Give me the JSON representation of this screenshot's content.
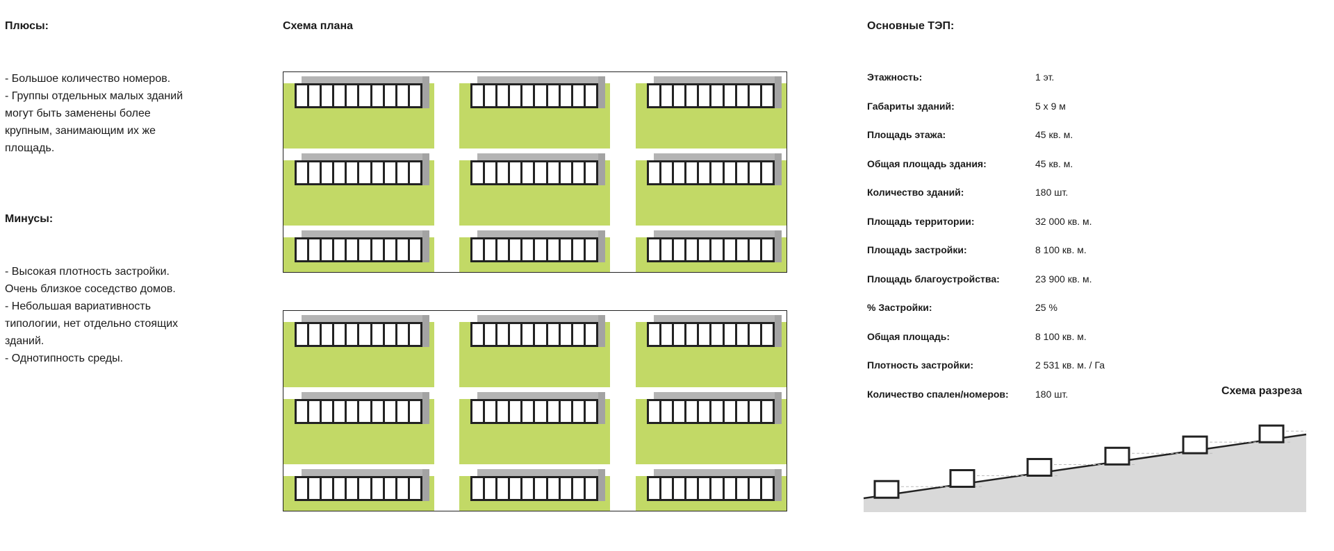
{
  "pros": {
    "title": "Плюсы:",
    "items": [
      "- Большое количество номеров.",
      "- Группы отдельных малых зданий\nмогут быть заменены более\nкрупным, занимающим их же\nплощадь."
    ]
  },
  "cons": {
    "title": "Минусы:",
    "items": [
      "- Высокая плотность застройки.\nОчень близкое соседство домов.",
      "- Небольшая вариативность\nтипологии, нет отдельно стоящих\nзданий.",
      "- Однотипность среды."
    ]
  },
  "plan": {
    "title": "Схема плана",
    "colors": {
      "site": "#c2d966",
      "shadow": "#b4b4b4",
      "outline": "#222222"
    },
    "blocks": 2,
    "rows_per_block": 3,
    "columns": 3,
    "units_per_house": 10
  },
  "tep": {
    "title": "Основные ТЭП:",
    "rows": [
      {
        "label": "Этажность:",
        "value": "1 эт."
      },
      {
        "label": "Габариты зданий:",
        "value": "5 х 9 м"
      },
      {
        "label": "Площадь этажа:",
        "value": "45 кв. м."
      },
      {
        "label": "Общая площадь здания:",
        "value": "45 кв. м."
      },
      {
        "label": "Количество зданий:",
        "value": "180 шт."
      },
      {
        "label": "Площадь территории:",
        "value": "32 000 кв. м."
      },
      {
        "label": "Площадь застройки:",
        "value": "8 100 кв. м."
      },
      {
        "label": "Площадь благоустройства:",
        "value": "23 900 кв. м."
      },
      {
        "label": "% Застройки:",
        "value": "25 %"
      },
      {
        "label": "Общая площадь:",
        "value": "8 100 кв. м."
      },
      {
        "label": "Плотность застройки:",
        "value": "2 531 кв. м. / Га"
      },
      {
        "label": "Количество спален/номеров:",
        "value": "180 шт."
      }
    ]
  },
  "section": {
    "title": "Схема разреза",
    "houses": 6,
    "colors": {
      "ground": "#d9d9d9",
      "line": "#222222"
    }
  }
}
